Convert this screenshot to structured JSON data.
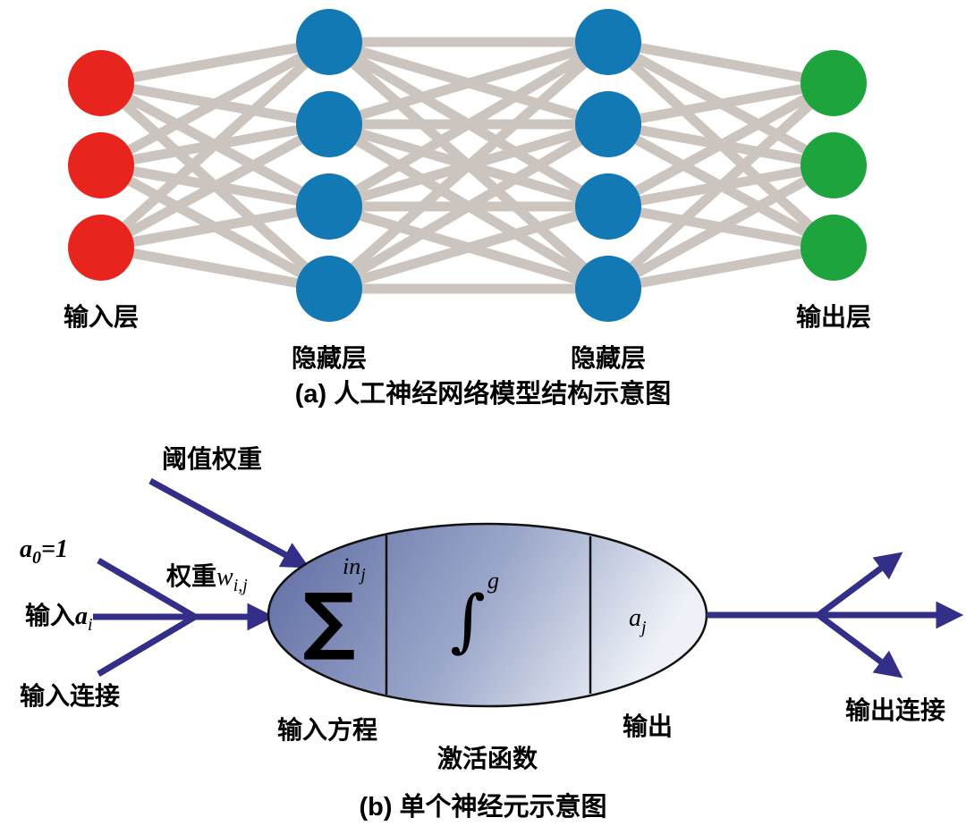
{
  "page": {
    "background": "#ffffff"
  },
  "network": {
    "caption": "(a) 人工神经网络模型结构示意图",
    "link_color": "#cbc4bf",
    "layers": [
      {
        "id": "input",
        "label": "输入层",
        "color": "#e8241f",
        "count": 3
      },
      {
        "id": "hidden1",
        "label": "隐藏层",
        "color": "#1279b4",
        "count": 4
      },
      {
        "id": "hidden2",
        "label": "隐藏层",
        "color": "#1279b4",
        "count": 4
      },
      {
        "id": "output",
        "label": "输出层",
        "color": "#1ea43c",
        "count": 3
      }
    ]
  },
  "neuron": {
    "caption": "(b) 单个神经元示意图",
    "arrow_color": "#332e87",
    "body": {
      "gradient_from": "#5d6ba2",
      "gradient_mid": "#9aa6c9",
      "gradient_to": "#eef1f7",
      "outline": "#111111"
    },
    "labels": {
      "threshold_weight": "阈值权重",
      "a0_base": "a",
      "a0_sub": "0",
      "a0_rest": "=1",
      "weight_prefix": "权重",
      "weight_var": "w",
      "weight_sub": "i,j",
      "input_a_prefix": "输入",
      "input_a_var": "a",
      "input_a_sub": "i",
      "input_link": "输入连接",
      "sum_symbol": "∑",
      "sum_sup": "in",
      "sum_sup_sub": "j",
      "integral_symbol": "∫",
      "integral_sup": "g",
      "out_var": "a",
      "out_sub": "j",
      "input_equation": "输入方程",
      "activation": "激活函数",
      "output": "输出",
      "output_link": "输出连接"
    }
  }
}
